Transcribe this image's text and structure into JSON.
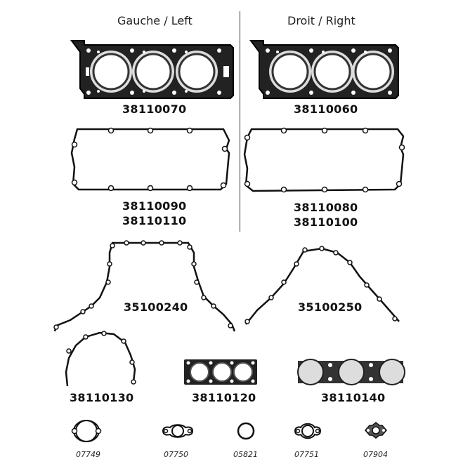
{
  "headers": {
    "left": "Gauche / Left",
    "right": "Droit / Right"
  },
  "parts": {
    "head_left": "38110070",
    "head_right": "38110060",
    "cover_left_1": "38110090",
    "cover_left_2": "38110110",
    "cover_right_1": "38110080",
    "cover_right_2": "38110100",
    "timing_left": "35100240",
    "timing_right": "35100250",
    "small_cover": "38110130",
    "manifold_small": "38110120",
    "manifold_large": "38110140"
  },
  "small_gaskets": [
    "07749",
    "07750",
    "05821",
    "07751",
    "07904"
  ]
}
